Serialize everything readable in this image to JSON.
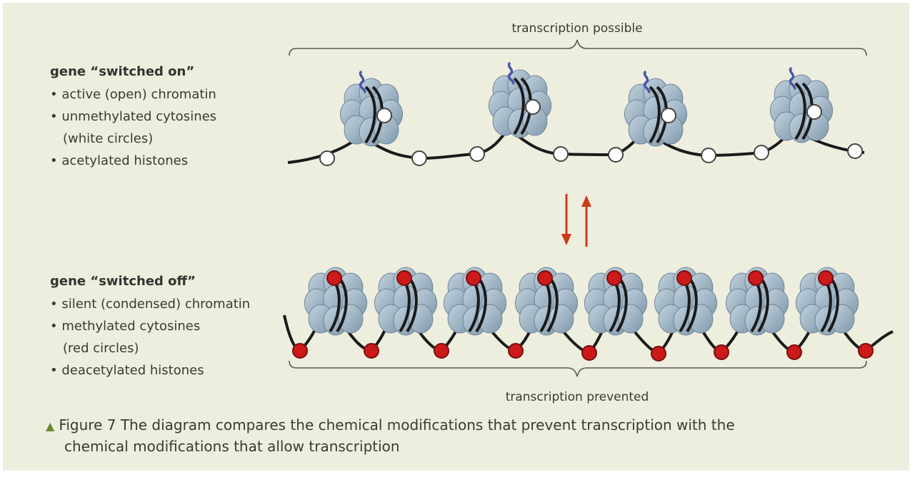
{
  "top_label": "transcription possible",
  "bottom_label": "transcription prevented",
  "on_state": {
    "heading": "gene “switched on”",
    "items": [
      "• active (open) chromatin",
      "• unmethylated cytosines",
      "(white circles)",
      "• acetylated histones"
    ]
  },
  "off_state": {
    "heading": "gene “switched off”",
    "items": [
      "• silent (condensed) chromatin",
      "• methylated cytosines",
      "(red circles)",
      "• deacetylated histones"
    ]
  },
  "caption": {
    "marker": "▲",
    "line1": "Figure 7 The diagram compares the chemical modifications that prevent transcription with the",
    "line2": "chemical modifications that allow transcription"
  },
  "colors": {
    "background": "#eeeedf",
    "methylated": "#cc1a1a",
    "unmethylated": "#ffffff",
    "histone": "#9db3c4",
    "acetyl_tail": "#4a55a8",
    "arrow": "#cc3a1a"
  }
}
